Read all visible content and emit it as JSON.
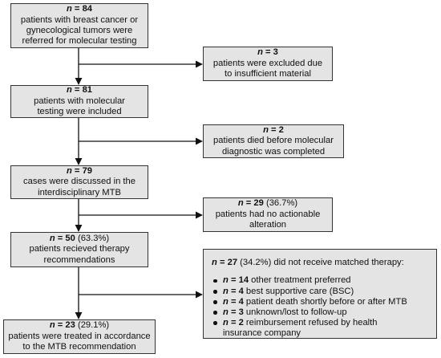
{
  "boxes": {
    "referred": {
      "n_prefix": "n",
      "n_value": "= 84",
      "lines": [
        "patients with breast cancer or",
        "gynecological tumors were",
        "referred for molecular testing"
      ]
    },
    "excluded": {
      "n_prefix": "n",
      "n_value": "= 3",
      "lines": [
        "patients were excluded due",
        "to insufficient material"
      ]
    },
    "included": {
      "n_prefix": "n",
      "n_value": "= 81",
      "lines": [
        "patients with molecular",
        "testing were included"
      ]
    },
    "died": {
      "n_prefix": "n",
      "n_value": "= 2",
      "lines": [
        "patients died before molecular",
        "diagnostic was completed"
      ]
    },
    "discussed": {
      "n_prefix": "n",
      "n_value": "= 79",
      "lines": [
        "cases were discussed in the",
        "interdisciplinary MTB"
      ]
    },
    "no_actionable": {
      "n_prefix": "n",
      "n_value": "= 29",
      "pct": " (36.7%)",
      "lines": [
        "patients had no actionable",
        "alteration"
      ]
    },
    "recommendations": {
      "n_prefix": "n",
      "n_value": "= 50",
      "pct": " (63.3%)",
      "lines": [
        "patients recieved therapy",
        "recommendations"
      ]
    },
    "not_matched": {
      "n_prefix": "n",
      "n_value": "= 27",
      "head_text": " (34.2%) did not receive matched therapy:",
      "items": [
        {
          "n_prefix": "n",
          "n_value": "= 14",
          "text": " other treatment preferred"
        },
        {
          "n_prefix": "n",
          "n_value": "= 4",
          "text": " best supportive care (BSC)"
        },
        {
          "n_prefix": "n",
          "n_value": "= 4",
          "text": " patient death shortly before or after MTB"
        },
        {
          "n_prefix": "n",
          "n_value": "= 3",
          "text": " unknown/lost to follow-up"
        },
        {
          "n_prefix": "n",
          "n_value": "= 2",
          "text": " reimbursement refused by health"
        }
      ],
      "continuation": "insurance company"
    },
    "treated": {
      "n_prefix": "n",
      "n_value": "= 23",
      "pct": " (29.1%)",
      "lines": [
        "patients were treated in accordance",
        "to the MTB recommendation"
      ]
    }
  },
  "colors": {
    "box_fill": "#e4e4e4",
    "box_border": "#333333",
    "arrow": "#111111"
  }
}
